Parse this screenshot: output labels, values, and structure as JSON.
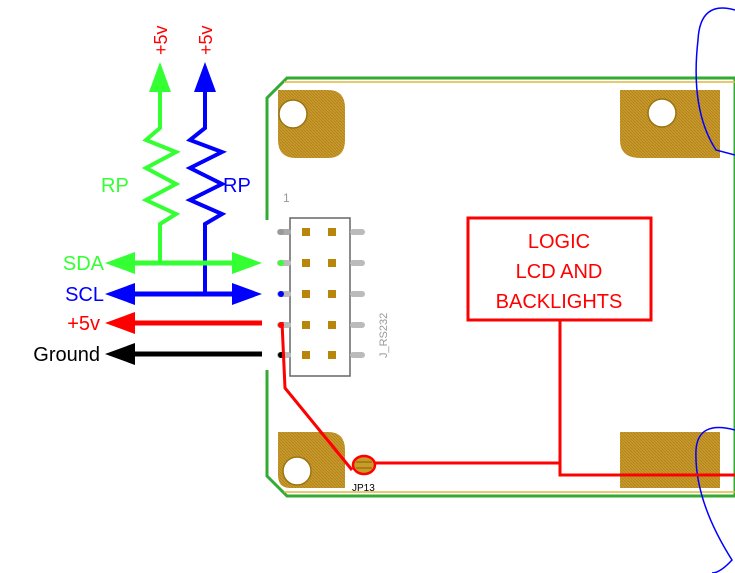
{
  "rails": [
    {
      "label": "+5v",
      "color": "#ff0000"
    },
    {
      "label": "+5v",
      "color": "#0000ff"
    }
  ],
  "resistors": [
    {
      "label": "RP",
      "color": "#33ff33"
    },
    {
      "label": "RP",
      "color": "#0000ff"
    }
  ],
  "signals": [
    {
      "label": "SDA",
      "color": "#33ff33",
      "arrow": "both"
    },
    {
      "label": "SCL",
      "color": "#0000ff",
      "arrow": "both"
    },
    {
      "label": "+5v",
      "color": "#ff0000",
      "arrow": "left"
    },
    {
      "label": "Ground",
      "color": "#000000",
      "arrow": "left"
    }
  ],
  "header": {
    "pin1_label": "1",
    "connector_label": "J_RS232",
    "rows": 5,
    "cols": 4
  },
  "jumper": {
    "label": "JP13"
  },
  "logic_box": {
    "lines": [
      "LOGIC",
      "LCD AND",
      "BACKLIGHTS"
    ],
    "color": "#ff0000"
  },
  "colors": {
    "sda": "#33ff33",
    "scl": "#0000ff",
    "power": "#ff0000",
    "ground": "#000000",
    "board_edge": "#33aa33",
    "pad": "#c89a28",
    "pin_gray": "#999999"
  }
}
